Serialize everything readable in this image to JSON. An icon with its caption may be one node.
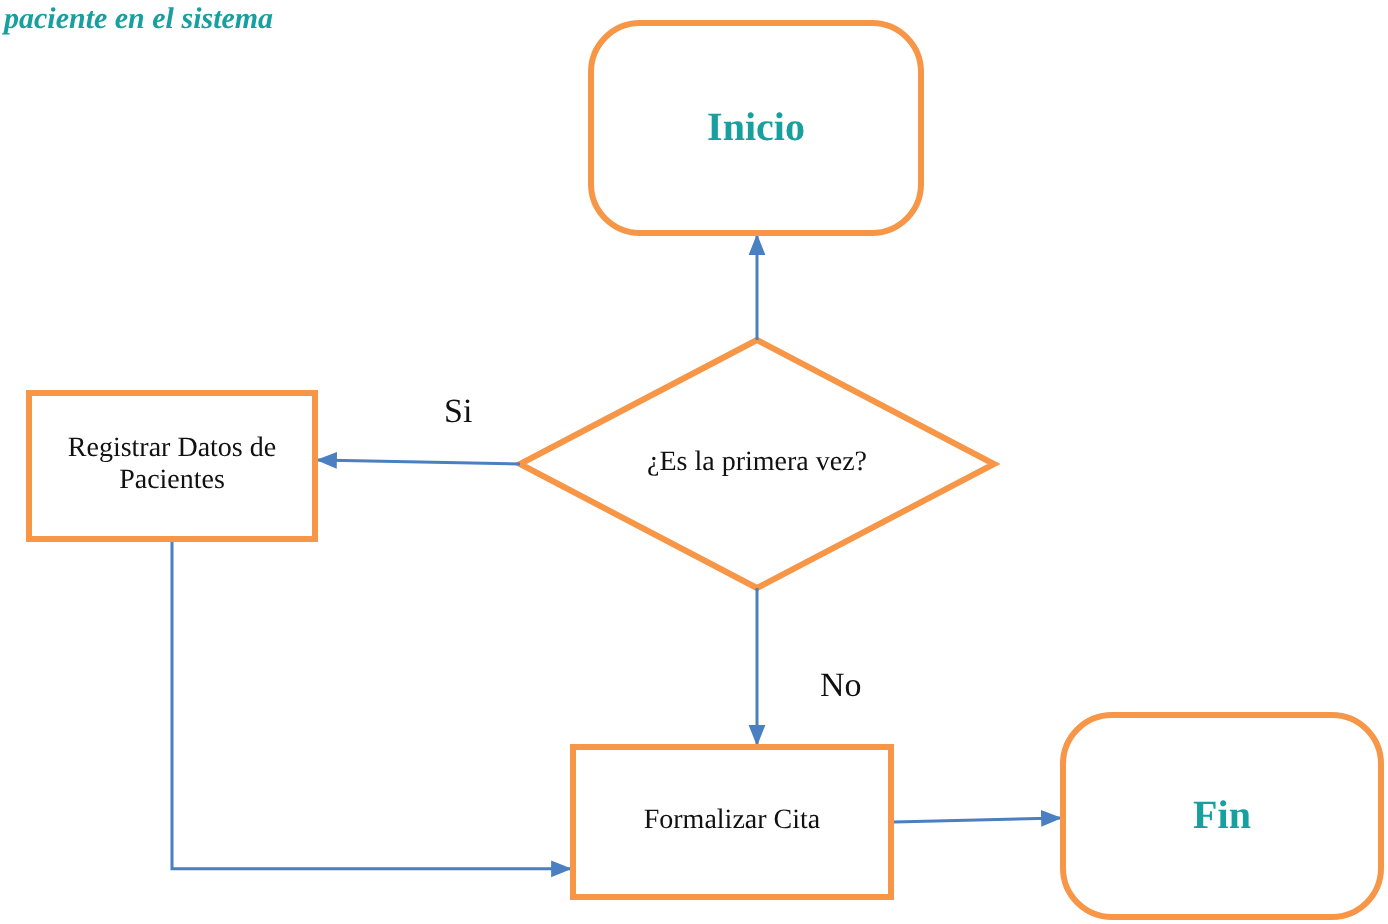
{
  "diagram": {
    "title": "paciente en el sistema",
    "nodes": [
      {
        "text": [
          "Inicio"
        ]
      },
      {
        "text": [
          "¿Es la primera vez?"
        ]
      },
      {
        "text": [
          "Registrar Datos de Pacientes"
        ]
      },
      {
        "text": [
          "Formalizar Cita"
        ]
      },
      {
        "text": [
          "Fin"
        ]
      }
    ],
    "edges": [
      {
        "from": 1,
        "to": 0,
        "arrow": "to"
      },
      {
        "from": 1,
        "to": 2,
        "arrow": "to",
        "label": "Si"
      },
      {
        "from": 1,
        "to": 3,
        "arrow": "to",
        "label": "No"
      },
      {
        "from": 2,
        "to": 3,
        "arrow": "to"
      },
      {
        "from": 3,
        "to": 4,
        "arrow": "to"
      }
    ]
  }
}
